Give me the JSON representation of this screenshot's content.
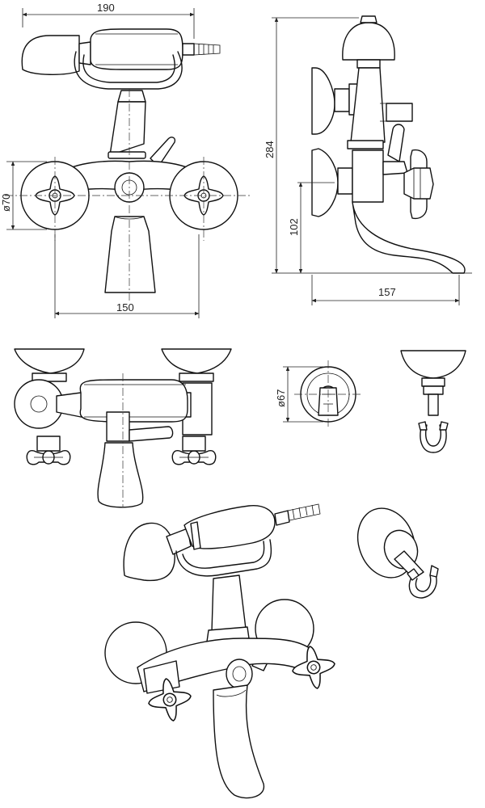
{
  "dimensions": {
    "top_width": "190",
    "rosette_diameter": "ø70",
    "centers": "150",
    "total_height": "284",
    "spout_height": "102",
    "projection": "157",
    "wall_flange_diameter": "ø67"
  }
}
